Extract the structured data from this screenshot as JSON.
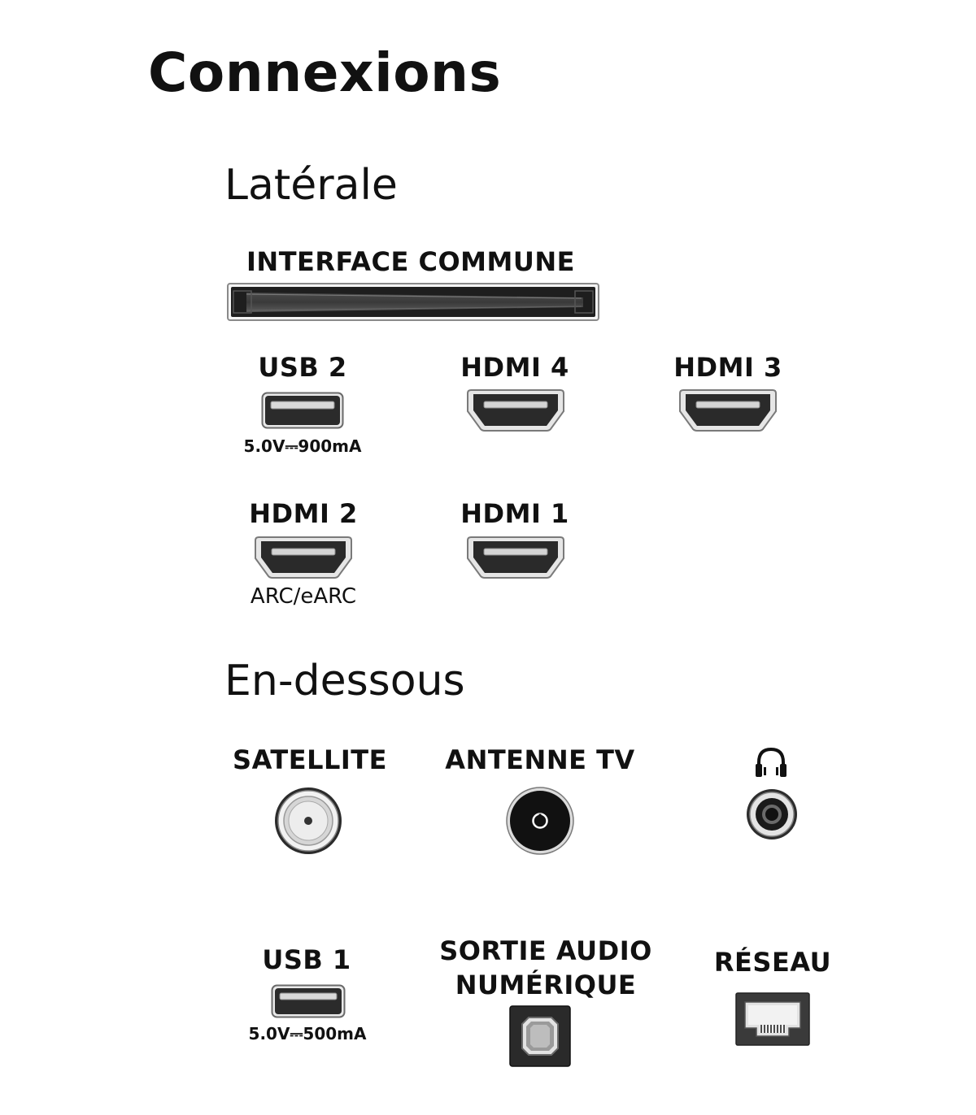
{
  "title": "Connexions",
  "sections": {
    "side": {
      "heading": "Latérale",
      "ports": {
        "common_interface": {
          "label": "INTERFACE COMMUNE"
        },
        "usb2": {
          "label": "USB 2",
          "spec": "5.0V⎓900mA"
        },
        "hdmi4": {
          "label": "HDMI 4"
        },
        "hdmi3": {
          "label": "HDMI 3"
        },
        "hdmi2": {
          "label": "HDMI 2",
          "note": "ARC/eARC"
        },
        "hdmi1": {
          "label": "HDMI 1"
        }
      }
    },
    "bottom": {
      "heading": "En-dessous",
      "ports": {
        "satellite": {
          "label": "SATELLITE"
        },
        "antenna": {
          "label": "ANTENNE TV"
        },
        "headphones": {
          "icon": "headphones-icon"
        },
        "usb1": {
          "label": "USB 1",
          "spec": "5.0V⎓500mA"
        },
        "optical": {
          "label_line1": "SORTIE AUDIO",
          "label_line2": "NUMÉRIQUE"
        },
        "network": {
          "label": "RÉSEAU"
        }
      }
    }
  },
  "colors": {
    "text": "#111111",
    "port_dark": "#2a2a2a",
    "port_metal": "#d8d8d8",
    "outline": "#9a9a9a"
  }
}
